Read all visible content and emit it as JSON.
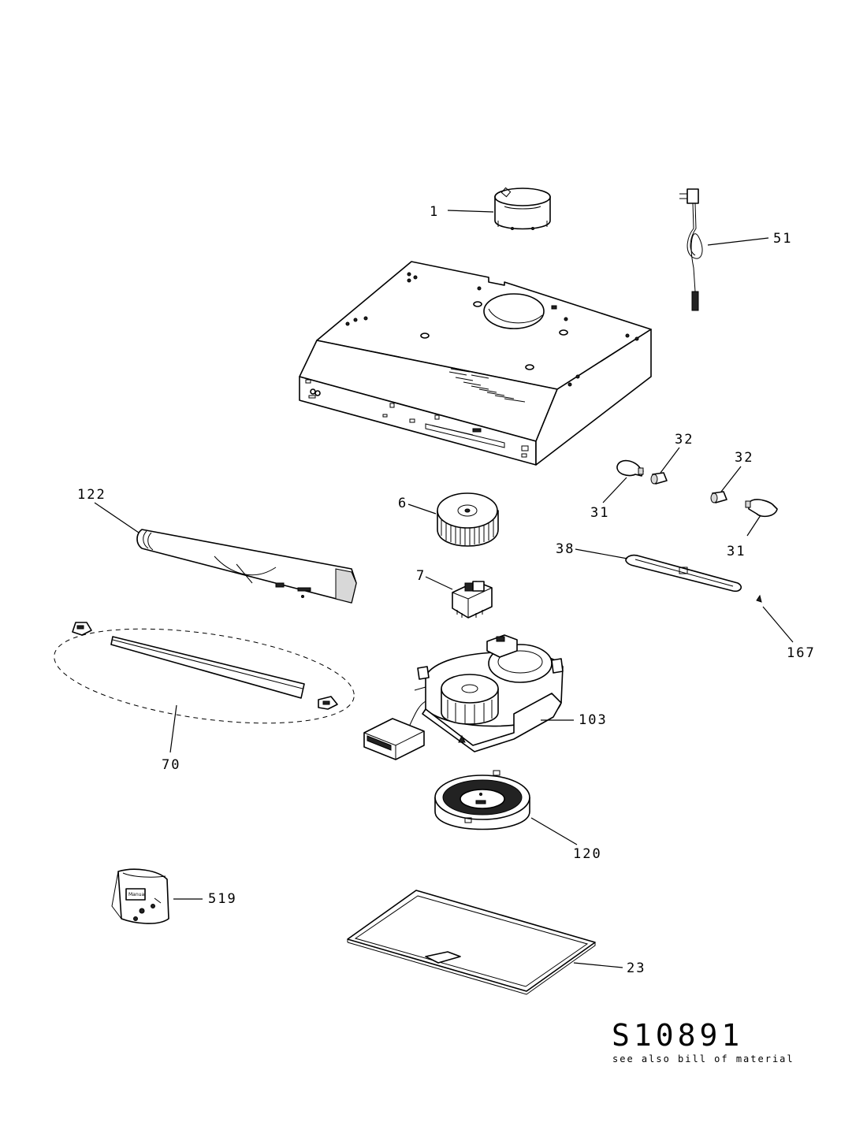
{
  "parts": {
    "p1": "1",
    "p51": "51",
    "p32a": "32",
    "p32b": "32",
    "p122": "122",
    "p6": "6",
    "p31a": "31",
    "p31b": "31",
    "p38": "38",
    "p7": "7",
    "p167": "167",
    "p103": "103",
    "p70": "70",
    "p120": "120",
    "p519": "519",
    "p23": "23"
  },
  "manual_label": "Manual",
  "drawing_code": "S10891",
  "drawing_note": "see also bill of material"
}
